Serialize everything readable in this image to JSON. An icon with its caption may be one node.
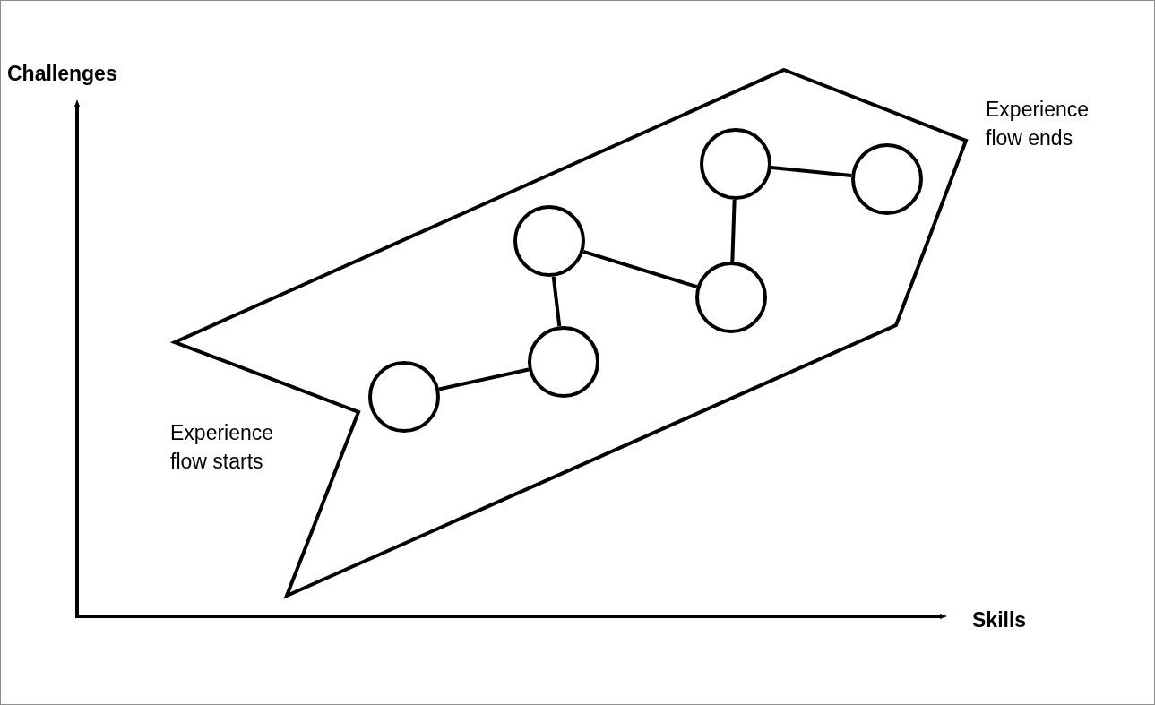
{
  "diagram": {
    "nodes": [
      {
        "text": [],
        "shape": "polygon"
      },
      {
        "text": [],
        "shape": "circle",
        "in": 0
      },
      {
        "text": [],
        "shape": "circle",
        "in": 0
      },
      {
        "text": [],
        "shape": "circle",
        "in": 0
      },
      {
        "text": [],
        "shape": "circle",
        "in": 0
      },
      {
        "text": [],
        "shape": "circle",
        "in": 0
      },
      {
        "text": [],
        "shape": "circle",
        "in": 0
      }
    ],
    "edges": [
      {
        "from": 1,
        "to": 2,
        "arrow": "none"
      },
      {
        "from": 2,
        "to": 3,
        "arrow": "none"
      },
      {
        "from": 3,
        "to": 4,
        "arrow": "none"
      },
      {
        "from": 4,
        "to": 5,
        "arrow": "none"
      },
      {
        "from": 5,
        "to": 6,
        "arrow": "none"
      }
    ],
    "labels": [
      "Challenges",
      "Experience flow ends",
      "Experience flow starts",
      "Skills"
    ]
  }
}
